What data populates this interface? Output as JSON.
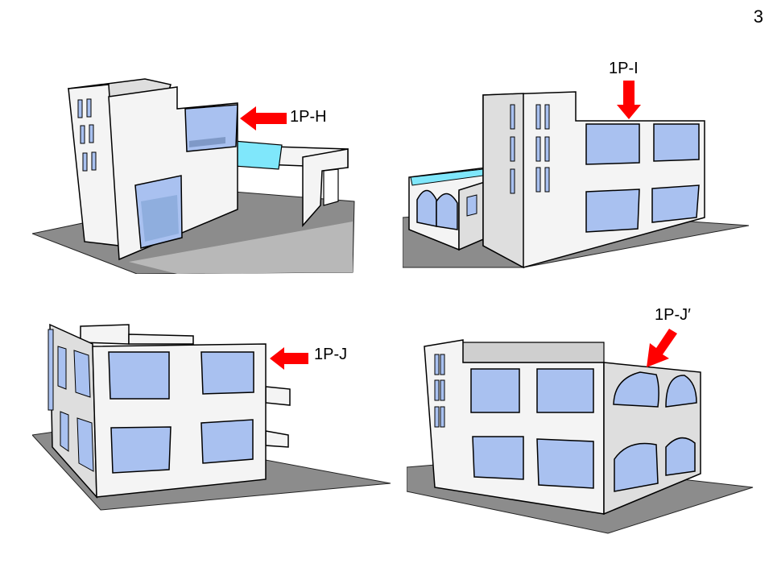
{
  "page": {
    "number": "3"
  },
  "views": [
    {
      "label": "1P-H"
    },
    {
      "label": "1P-I"
    },
    {
      "label": "1P-J"
    },
    {
      "label": "1P-J′"
    }
  ],
  "colors": {
    "arrow": "#ff0000",
    "ground": "#8c8c8c",
    "wall": "#f4f4f4",
    "glass": "#a9c1f0",
    "glass_light": "#7fe7fb"
  }
}
